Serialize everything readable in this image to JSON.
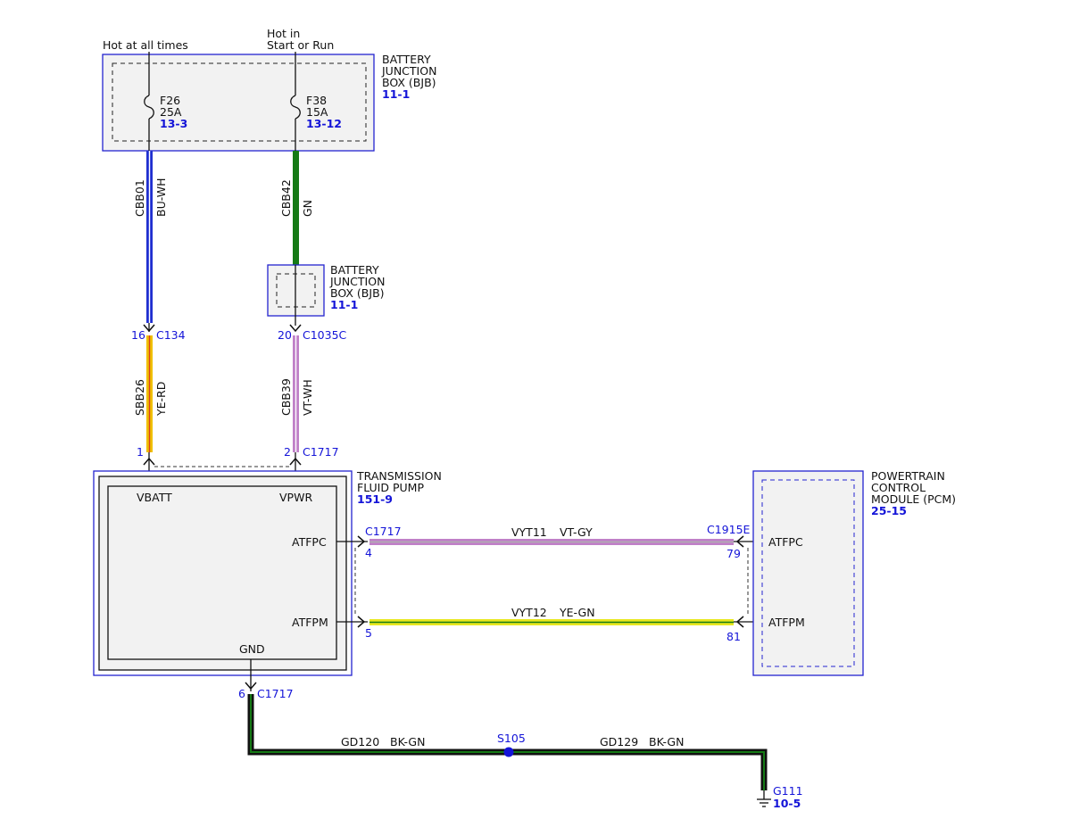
{
  "colors": {
    "box_stroke": "#2424d0",
    "box_fill": "#f2f2f2",
    "link_blue": "#1414d8",
    "wire_blue": "#1f2fd0",
    "wire_green": "#157a15",
    "wire_yellow": "#f0c000",
    "wire_violet": "#c080c8",
    "wire_gray": "#b0b0b0",
    "wire_black": "#111111"
  },
  "sources": {
    "left_label": "Hot at all times",
    "right_label_line1": "Hot in",
    "right_label_line2": "Start or Run"
  },
  "bjb_top": {
    "name_line1": "BATTERY",
    "name_line2": "JUNCTION",
    "name_line3": "BOX (BJB)",
    "ref": "11-1",
    "fuse1": {
      "id": "F26",
      "rating": "25A",
      "ref": "13-3"
    },
    "fuse2": {
      "id": "F38",
      "rating": "15A",
      "ref": "13-12"
    }
  },
  "bjb_mid": {
    "name_line1": "BATTERY",
    "name_line2": "JUNCTION",
    "name_line3": "BOX (BJB)",
    "ref": "11-1"
  },
  "wires": {
    "cbb01": {
      "circuit": "CBB01",
      "color": "BU-WH"
    },
    "cbb42": {
      "circuit": "CBB42",
      "color": "GN"
    },
    "sbb26": {
      "circuit": "SBB26",
      "color": "YE-RD"
    },
    "cbb39": {
      "circuit": "CBB39",
      "color": "VT-WH"
    },
    "vyt11": {
      "circuit": "VYT11",
      "color": "VT-GY"
    },
    "vyt12": {
      "circuit": "VYT12",
      "color": "YE-GN"
    },
    "gd120": {
      "circuit": "GD120",
      "color": "BK-GN"
    },
    "gd129": {
      "circuit": "GD129",
      "color": "BK-GN"
    }
  },
  "connectors": {
    "c134": {
      "pin": "16",
      "name": "C134"
    },
    "c1035c": {
      "pin": "20",
      "name": "C1035C"
    },
    "c1717_pin1": {
      "pin": "1"
    },
    "c1717_pin2": {
      "pin": "2",
      "name": "C1717"
    },
    "c1717_pin4": {
      "pin": "4",
      "name": "C1717"
    },
    "c1717_pin5": {
      "pin": "5"
    },
    "c1717_pin6": {
      "pin": "6",
      "name": "C1717"
    },
    "c1915e_pin79": {
      "pin": "79",
      "name": "C1915E"
    },
    "c1915e_pin81": {
      "pin": "81"
    }
  },
  "pump": {
    "name_line1": "TRANSMISSION",
    "name_line2": "FLUID PUMP",
    "ref": "151-9",
    "pins": {
      "vbatt": "VBATT",
      "vpwr": "VPWR",
      "atfpc": "ATFPC",
      "atfpm": "ATFPM",
      "gnd": "GND"
    }
  },
  "pcm": {
    "name_line1": "POWERTRAIN",
    "name_line2": "CONTROL",
    "name_line3": "MODULE (PCM)",
    "ref": "25-15",
    "pins": {
      "atfpc": "ATFPC",
      "atfpm": "ATFPM"
    }
  },
  "splice": {
    "name": "S105"
  },
  "ground": {
    "name": "G111",
    "ref": "10-5"
  }
}
